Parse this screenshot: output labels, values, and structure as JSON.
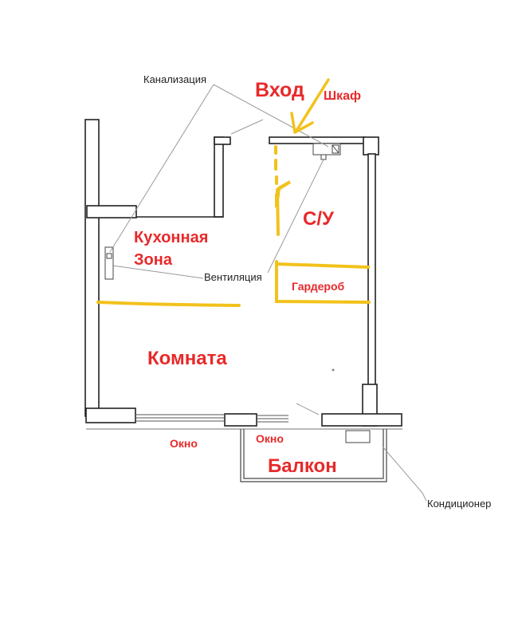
{
  "labels": {
    "entrance": "Вход",
    "closet": "Шкаф",
    "bathroom": "С/У",
    "kitchen_line1": "Кухонная",
    "kitchen_line2": "Зона",
    "wardrobe": "Гардероб",
    "room": "Комната",
    "window_left": "Окно",
    "window_right": "Окно",
    "balcony": "Балкон",
    "sewerage": "Канализация",
    "ventilation": "Вентиляция",
    "air_conditioner": "Кондиционер"
  },
  "colors": {
    "annotation_red": "#e8292a",
    "zone_yellow": "#f2c21c",
    "wall_black": "#222222",
    "leader_gray": "#9a9a9a"
  },
  "icons": {
    "entrance_arrow": "arrow-down-left-icon"
  }
}
